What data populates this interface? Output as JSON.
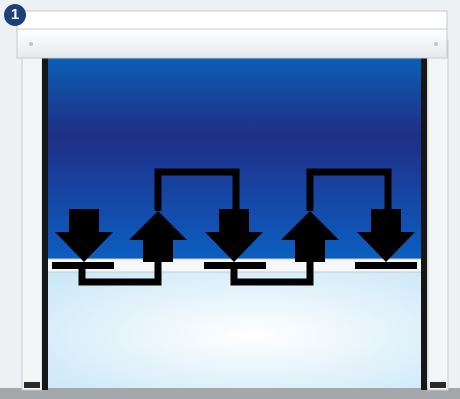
{
  "step": {
    "number": "1"
  },
  "diagram": {
    "subject": "roller-shutter-door",
    "arrow_sequence": [
      "down",
      "up",
      "down",
      "up",
      "down"
    ],
    "colors": {
      "curtain_top": "#0a5fb4",
      "curtain_band": "#1f2f86",
      "curtain_bottom": "#0b5fc0",
      "opening_light": "#ffffff",
      "opening_edge": "#c9e7f7",
      "frame": "#f2f4f6",
      "rail": "#161616",
      "floor": "#a4a8ab",
      "arrow": "#000000",
      "badge": "#1d3f7a"
    }
  }
}
